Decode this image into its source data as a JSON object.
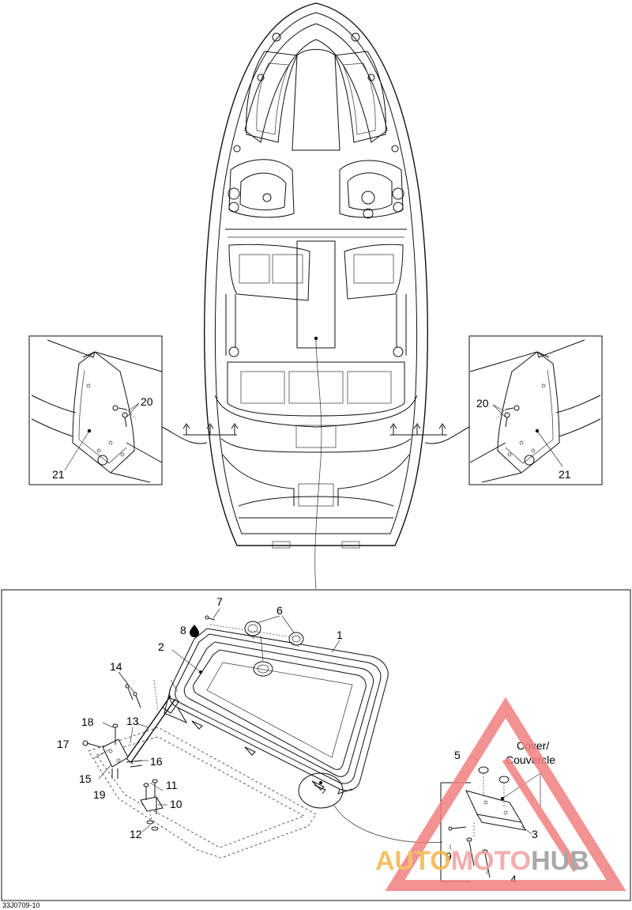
{
  "callouts": {
    "c1": "1",
    "c2": "2",
    "c3": "3",
    "c4": "4",
    "c5": "5",
    "c6": "6",
    "c7": "7",
    "c8": "8",
    "c9": "9",
    "c10": "10",
    "c11": "11",
    "c12": "12",
    "c13": "13",
    "c14": "14",
    "c15": "15",
    "c16": "16",
    "c17": "17",
    "c18": "18",
    "c19": "19",
    "c20_left": "20",
    "c21_left": "21",
    "c20_right": "20",
    "c21_right": "21"
  },
  "cover_label_line1": "Cover/",
  "cover_label_line2": "Couvercle",
  "reference_code": "33J0709-10",
  "watermark": {
    "part1": "AUTO",
    "part2": "MOTO",
    "part3": "HUB"
  },
  "colors": {
    "watermark_red": "#f08080",
    "watermark_orange": "#f3b64a",
    "watermark_grey": "#9a9a9a"
  }
}
